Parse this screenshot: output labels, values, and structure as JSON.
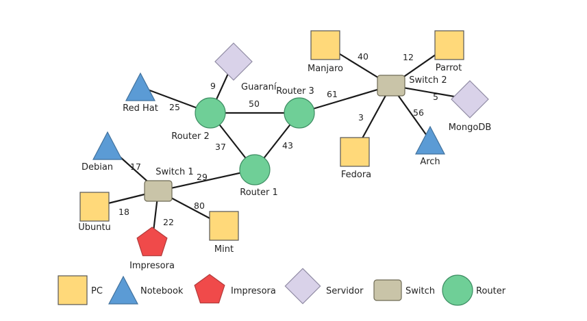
{
  "colors": {
    "pc": "#FFD97A",
    "notebook": "#5B9BD5",
    "impresora": "#F04A4A",
    "servidor": "#D9D2E9",
    "switch": "#C9C4A8",
    "router": "#6FCF97",
    "stroke": "#555555"
  },
  "nodes": [
    {
      "id": "redhat",
      "type": "notebook",
      "label": "Red Hat"
    },
    {
      "id": "guarani",
      "type": "servidor",
      "label": "Guaraní"
    },
    {
      "id": "router2",
      "type": "router",
      "label": "Router 2"
    },
    {
      "id": "router3",
      "type": "router",
      "label": "Router 3"
    },
    {
      "id": "router1",
      "type": "router",
      "label": "Router 1"
    },
    {
      "id": "debian",
      "type": "notebook",
      "label": "Debian"
    },
    {
      "id": "switch1",
      "type": "switch",
      "label": "Switch 1"
    },
    {
      "id": "ubuntu",
      "type": "pc",
      "label": "Ubuntu"
    },
    {
      "id": "impresora",
      "type": "impresora",
      "label": "Impresora"
    },
    {
      "id": "mint",
      "type": "pc",
      "label": "Mint"
    },
    {
      "id": "manjaro",
      "type": "pc",
      "label": "Manjaro"
    },
    {
      "id": "parrot",
      "type": "pc",
      "label": "Parrot"
    },
    {
      "id": "switch2",
      "type": "switch",
      "label": "Switch 2"
    },
    {
      "id": "mongodb",
      "type": "servidor",
      "label": "MongoDB"
    },
    {
      "id": "fedora",
      "type": "pc",
      "label": "Fedora"
    },
    {
      "id": "arch",
      "type": "notebook",
      "label": "Arch"
    }
  ],
  "edges": [
    {
      "from": "redhat",
      "to": "router2",
      "weight": "25"
    },
    {
      "from": "guarani",
      "to": "router2",
      "weight": "9"
    },
    {
      "from": "router2",
      "to": "router3",
      "weight": "50"
    },
    {
      "from": "router2",
      "to": "router1",
      "weight": "37"
    },
    {
      "from": "router1",
      "to": "router3",
      "weight": "43"
    },
    {
      "from": "router3",
      "to": "switch2",
      "weight": "61"
    },
    {
      "from": "manjaro",
      "to": "switch2",
      "weight": "40"
    },
    {
      "from": "parrot",
      "to": "switch2",
      "weight": "12"
    },
    {
      "from": "mongodb",
      "to": "switch2",
      "weight": "5"
    },
    {
      "from": "fedora",
      "to": "switch2",
      "weight": "3"
    },
    {
      "from": "arch",
      "to": "switch2",
      "weight": "56"
    },
    {
      "from": "switch1",
      "to": "router1",
      "weight": "29"
    },
    {
      "from": "debian",
      "to": "switch1",
      "weight": "17"
    },
    {
      "from": "ubuntu",
      "to": "switch1",
      "weight": "18"
    },
    {
      "from": "impresora",
      "to": "switch1",
      "weight": "22"
    },
    {
      "from": "mint",
      "to": "switch1",
      "weight": "80"
    }
  ],
  "legend": [
    {
      "type": "pc",
      "label": "PC"
    },
    {
      "type": "notebook",
      "label": "Notebook"
    },
    {
      "type": "impresora",
      "label": "Impresora"
    },
    {
      "type": "servidor",
      "label": "Servidor"
    },
    {
      "type": "switch",
      "label": "Switch"
    },
    {
      "type": "router",
      "label": "Router"
    }
  ]
}
